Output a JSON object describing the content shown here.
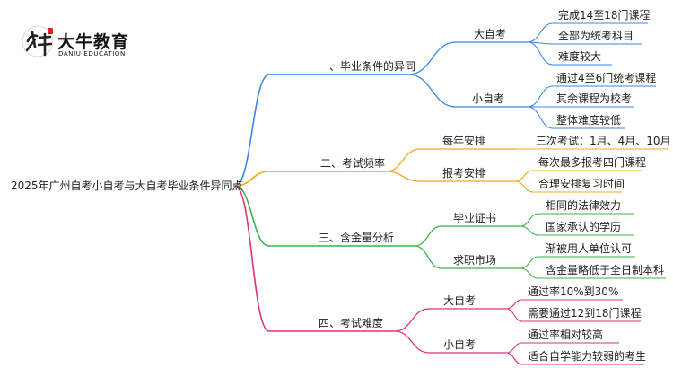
{
  "logo": {
    "name_cn": "大牛教育",
    "name_en": "DANIU EDUCATION",
    "mark_text": "大牛"
  },
  "colors": {
    "blue": "#3a86e8",
    "orange": "#f0a81e",
    "green": "#3db34a",
    "pink": "#e0317a"
  },
  "mindmap": {
    "root": "2025年广州自考小自考与大自考毕业条件异同点",
    "branches": [
      {
        "label": "一、毕业条件的异同",
        "color": "blue",
        "subs": [
          {
            "label": "大自考",
            "leaves": [
              "完成14至18门课程",
              "全部为统考科目",
              "难度较大"
            ]
          },
          {
            "label": "小自考",
            "leaves": [
              "通过4至6门统考课程",
              "其余课程为校考",
              "整体难度较低"
            ]
          }
        ]
      },
      {
        "label": "二、考试频率",
        "color": "orange",
        "subs": [
          {
            "label": "每年安排",
            "leaves": [
              "三次考试：1月、4月、10月"
            ]
          },
          {
            "label": "报考安排",
            "leaves": [
              "每次最多报考四门课程",
              "合理安排复习时间"
            ]
          }
        ]
      },
      {
        "label": "三、含金量分析",
        "color": "green",
        "subs": [
          {
            "label": "毕业证书",
            "leaves": [
              "相同的法律效力",
              "国家承认的学历"
            ]
          },
          {
            "label": "求职市场",
            "leaves": [
              "渐被用人单位认可",
              "含金量略低于全日制本科"
            ]
          }
        ]
      },
      {
        "label": "四、考试难度",
        "color": "pink",
        "subs": [
          {
            "label": "大自考",
            "leaves": [
              "通过率10%到30%",
              "需要通过12到18门课程"
            ]
          },
          {
            "label": "小自考",
            "leaves": [
              "通过率相对较高",
              "适合自学能力较弱的考生"
            ]
          }
        ]
      }
    ]
  }
}
